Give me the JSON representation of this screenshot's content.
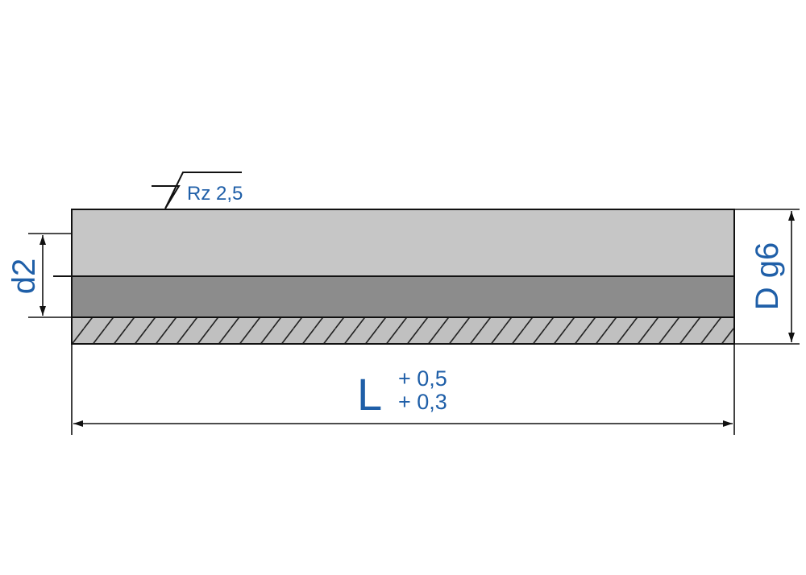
{
  "surface_finish": {
    "label": "Rz 2,5"
  },
  "dimensions": {
    "inner_diameter": "d2",
    "outer_diameter": "D g6",
    "length": "L",
    "length_upper_tolerance": "+ 0,5",
    "length_lower_tolerance": "+ 0,3"
  },
  "colors": {
    "dimension_text": "#1f5fa8",
    "outline": "#111111",
    "upper_body": "#c6c6c6",
    "middle_band": "#8c8c8c",
    "hatched_section": "#c0c0c0"
  }
}
